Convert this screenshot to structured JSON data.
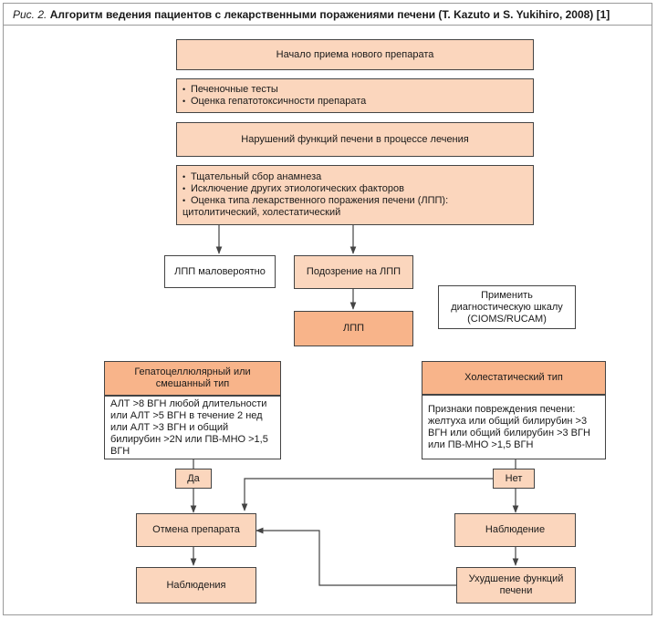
{
  "caption": {
    "prefix": "Рис. 2.",
    "title": "Алгоритм ведения пациентов с лекарственными поражениями печени (T. Kazuto и S. Yukihiro, 2008) [1]"
  },
  "nodes": {
    "start": "Начало приема нового препарата",
    "tests": [
      "Печеночные тесты",
      "Оценка гепатотоксичности препарата"
    ],
    "disorder": "Нарушений функций печени в процессе лечения",
    "workup": [
      "Тщательный сбор анамнеза",
      "Исключение других этиологических факторов",
      "Оценка типа лекарственного поражения печени (ЛПП): цитолитический, холестатический"
    ],
    "unlikely": "ЛПП маловероятно",
    "suspicion": "Подозрение на ЛПП",
    "scale": "Применить диагностическую шкалу (CIOMS/RUCAM)",
    "dili": "ЛПП",
    "hepato_header": "Гепатоцеллюлярный или смешанный тип",
    "hepato_criteria": "АЛТ >8 ВГН любой длительности или АЛТ >5 ВГН в течение 2 нед или АЛТ >3 ВГН и общий билирубин >2N или ПВ-МНО >1,5 ВГН",
    "chol_header": "Холестатический тип",
    "chol_criteria": "Признаки повреждения печени: желтуха или общий билирубин >3 ВГН или общий билирубин >3 ВГН или ПВ-МНО >1,5 ВГН",
    "yes": "Да",
    "no": "Нет",
    "withdraw": "Отмена препарата",
    "observe_left": "Наблюдения",
    "observe_right": "Наблюдение",
    "worsening": "Ухудшение функций печени"
  },
  "colors": {
    "light": "#fbd6bd",
    "dark": "#f8b48a",
    "line": "#444444"
  }
}
